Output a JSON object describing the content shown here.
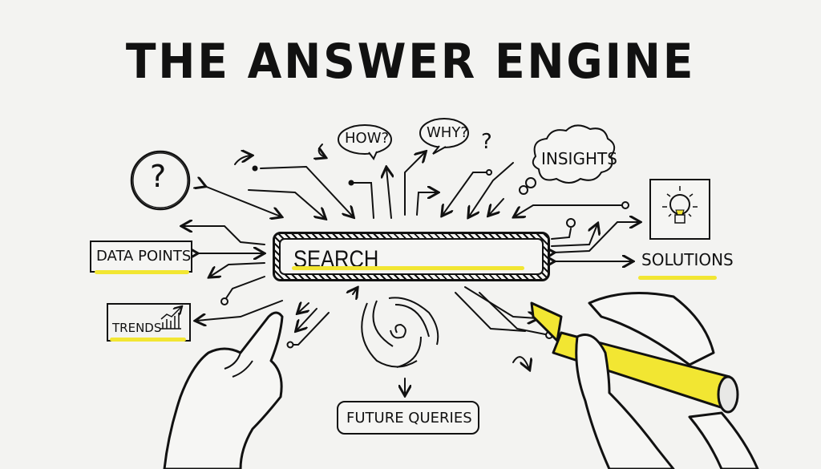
{
  "title": "THE ANSWER ENGINE",
  "search": {
    "label": "SEARCH",
    "highlight_color": "#f2e632"
  },
  "bubbles": {
    "how": "HOW?",
    "why": "WHY?",
    "question_mark": "?"
  },
  "thought_cloud": {
    "label": "INSIGHTS"
  },
  "left_nodes": {
    "data_points": "DATA POINTS",
    "trends": "TRENDS"
  },
  "right_nodes": {
    "solutions": "SOLUTIONS"
  },
  "bottom_node": {
    "future_queries": "FUTURE QUERIES"
  },
  "icons": [
    "question-circle-icon",
    "lightbulb-icon",
    "trend-chart-icon",
    "swirl-icon",
    "highlighter-icon",
    "pointing-hand-icon"
  ],
  "colors": {
    "background": "#f3f3f1",
    "ink": "#111111",
    "accent_yellow": "#f2e632"
  }
}
